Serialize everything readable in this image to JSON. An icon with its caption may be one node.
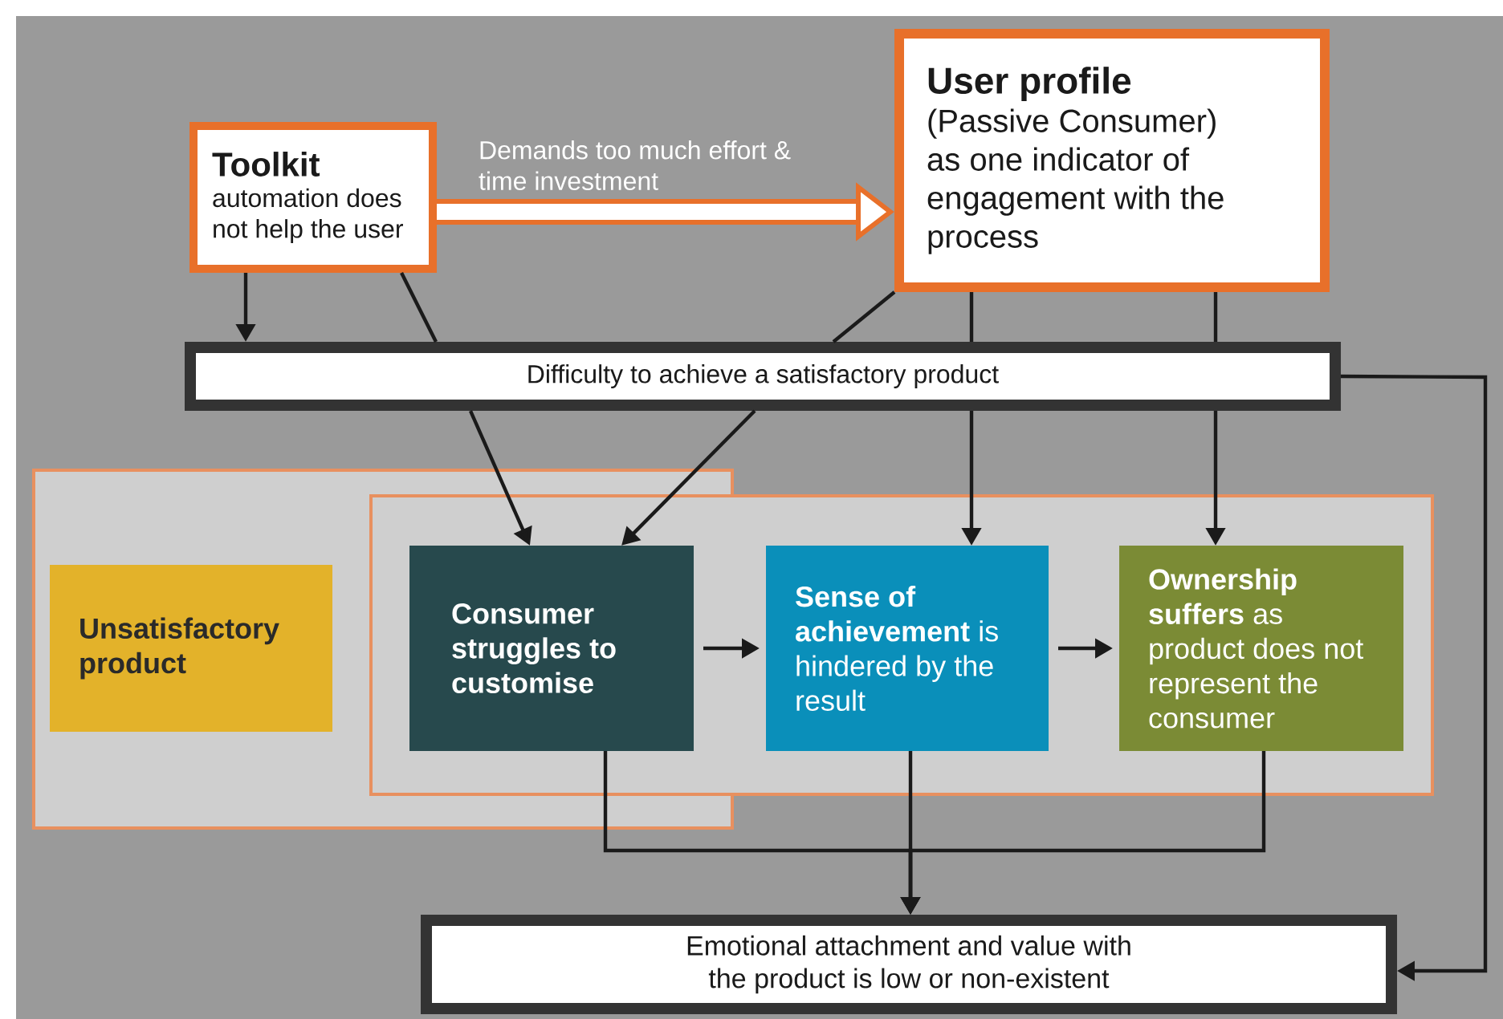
{
  "diagram": {
    "nodes": [
      {
        "text": [
          "Toolkit",
          "automation does not help the user"
        ]
      },
      {
        "text": [
          "User profile",
          "(Passive Consumer) as one indicator of engagement with the process"
        ]
      },
      {
        "text": [
          "Difficulty to achieve a satisfactory product"
        ]
      },
      {
        "text": [],
        "shape": "box"
      },
      {
        "text": [],
        "shape": "box"
      },
      {
        "text": [
          "Unsatisfactory product"
        ],
        "in": 3
      },
      {
        "text": [
          "Consumer struggles to customise"
        ]
      },
      {
        "text": [
          "**Sense of achievement** is hindered by the result"
        ],
        "in": 4
      },
      {
        "text": [
          "**Ownership suffers** as product does not represent the consumer"
        ],
        "in": 4
      },
      {
        "text": [
          "Emotional attachment and value with the product is low or non-existent"
        ]
      }
    ],
    "edges": [
      {
        "from": 0,
        "to": 1,
        "arrow": "to",
        "label": "Demands too much effort & time investment",
        "style": "thick",
        "color": "#e8702a"
      },
      {
        "from": 0,
        "to": 2,
        "arrow": "to"
      },
      {
        "from": 0,
        "to": 2,
        "arrow": "none"
      },
      {
        "from": 1,
        "to": 2,
        "arrow": "none"
      },
      {
        "from": 1,
        "to": 2,
        "arrow": "none"
      },
      {
        "from": 1,
        "to": 2,
        "arrow": "none"
      },
      {
        "from": 2,
        "to": 6,
        "arrow": "to"
      },
      {
        "from": 2,
        "to": 6,
        "arrow": "to"
      },
      {
        "from": 2,
        "to": 7,
        "arrow": "to"
      },
      {
        "from": 2,
        "to": 8,
        "arrow": "to"
      },
      {
        "from": 6,
        "to": 7,
        "arrow": "to"
      },
      {
        "from": 7,
        "to": 8,
        "arrow": "to"
      },
      {
        "from": 6,
        "to": 9,
        "arrow": "to"
      },
      {
        "from": 7,
        "to": 9,
        "arrow": "to"
      },
      {
        "from": 8,
        "to": 9,
        "arrow": "to"
      },
      {
        "from": 2,
        "to": 9,
        "arrow": "to"
      }
    ]
  }
}
